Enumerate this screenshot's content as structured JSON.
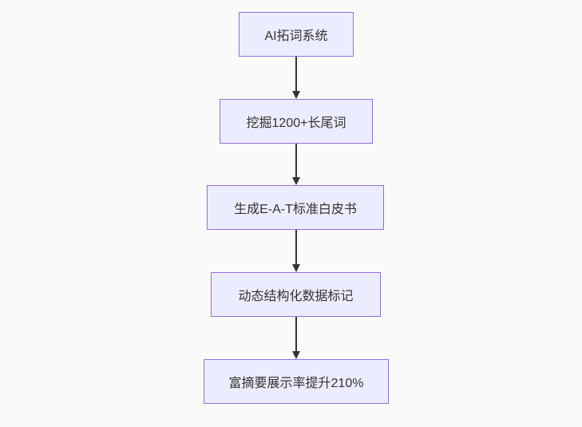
{
  "diagram": {
    "type": "flowchart",
    "direction": "top-down",
    "nodes": [
      {
        "id": "n1",
        "label": "AI拓词系统"
      },
      {
        "id": "n2",
        "label": "挖掘1200+长尾词"
      },
      {
        "id": "n3",
        "label": "生成E-A-T标准白皮书"
      },
      {
        "id": "n4",
        "label": "动态结构化数据标记"
      },
      {
        "id": "n5",
        "label": "富摘要展示率提升210%"
      }
    ],
    "edges": [
      {
        "from": "n1",
        "to": "n2",
        "arrow": "down"
      },
      {
        "from": "n2",
        "to": "n3",
        "arrow": "down"
      },
      {
        "from": "n3",
        "to": "n4",
        "arrow": "down"
      },
      {
        "from": "n4",
        "to": "n5",
        "arrow": "down"
      }
    ],
    "colors": {
      "node_fill": "#ECECFF",
      "node_border": "#9370DB",
      "text": "#333333",
      "arrow": "#333333",
      "background": "#fafafa"
    }
  }
}
